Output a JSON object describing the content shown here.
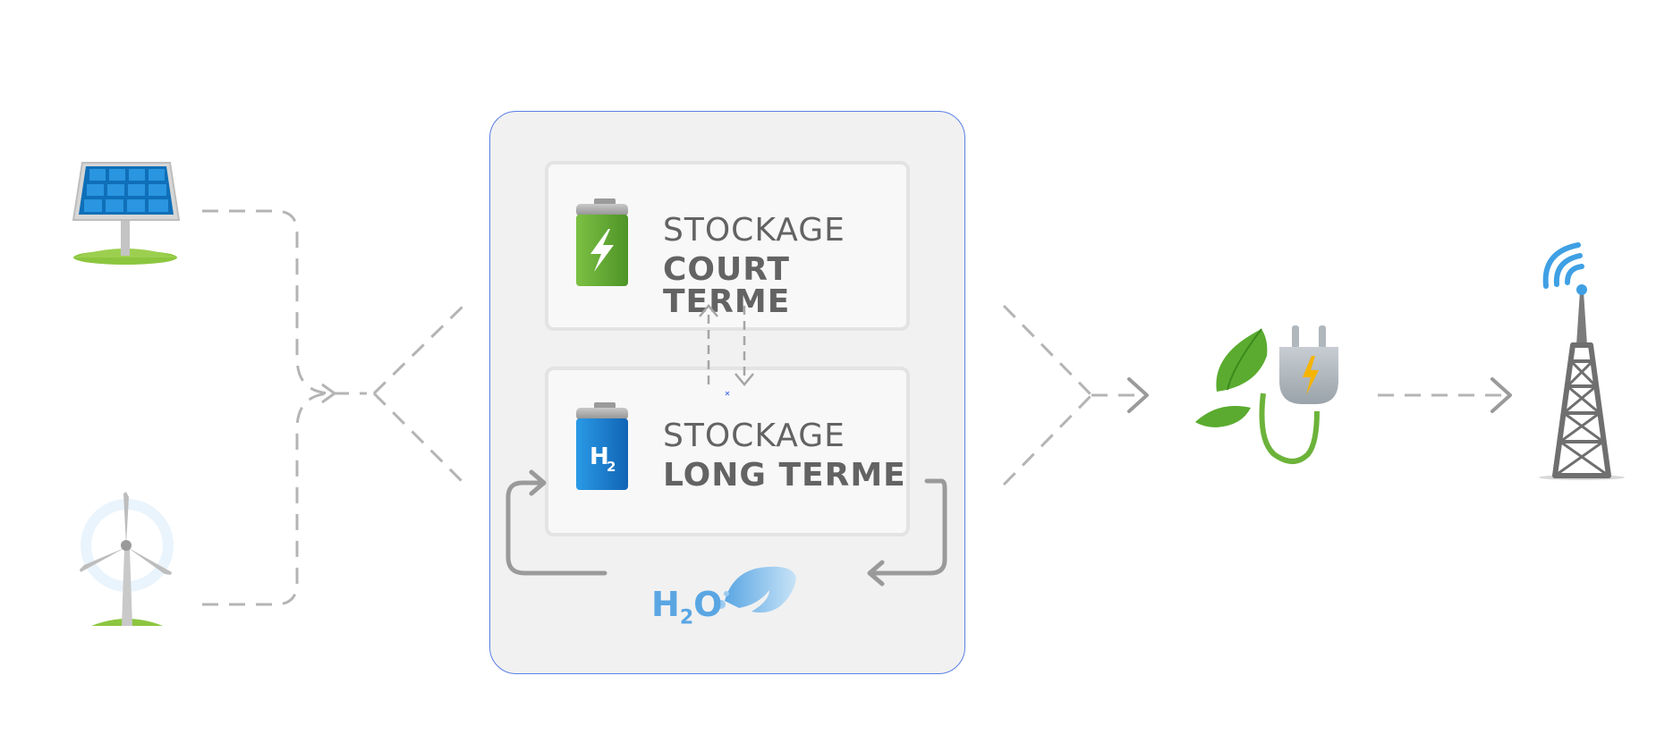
{
  "storage": {
    "short_term": {
      "line1": "STOCKAGE",
      "line2": "COURT TERME"
    },
    "long_term": {
      "line1": "STOCKAGE",
      "line2": "LONG TERME"
    },
    "battery_symbol": {
      "letter": "H",
      "subscript": "2"
    }
  },
  "water": {
    "base": "H",
    "subscript": "2",
    "suffix": "O"
  },
  "icons": {
    "sources": [
      "solar-panel-icon",
      "wind-turbine-icon"
    ],
    "short_term_battery": "lightning-battery-icon",
    "long_term_battery": "hydrogen-battery-icon",
    "water": "water-wave-icon",
    "output": "green-plug-icon",
    "grid": "transmission-tower-icon"
  },
  "colors": {
    "panel_border": "#5b7fe6",
    "panel_fill": "#f1f1f1",
    "battery_green": "#6aad3a",
    "battery_blue": "#1f86d6",
    "leaf_green": "#5aab2f",
    "dash_grey": "#b4b4b4",
    "arrow_grey": "#9a9a9a",
    "text_grey": "#636363",
    "water_blue": "#5aa6e3",
    "wifi_blue": "#3fa0e4"
  }
}
